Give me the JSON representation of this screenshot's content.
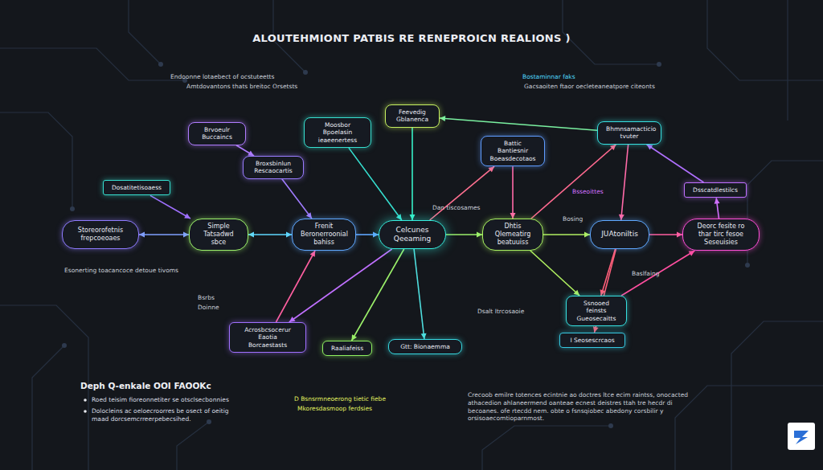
{
  "diagram": {
    "title": "ALOUTEHMIONT PATBIS RE RENEPROICN REALIONS )",
    "nodes": [
      {
        "text": [
          "Storeorofetnis frepcoeoaes"
        ]
      },
      {
        "text": [
          "Simple Tatsadwd sbce"
        ]
      },
      {
        "text": [
          "Frenit Beronerroonial bahiss"
        ]
      },
      {
        "text": [
          "Celcunes Qeeaming"
        ]
      },
      {
        "text": [
          "Dhtis Qlemeatirg beatuuiss"
        ]
      },
      {
        "text": [
          "JUAtoniltis"
        ]
      },
      {
        "text": [
          "Deorc fesite ro thar tirc fesoe Seseuisies"
        ]
      },
      {
        "text": [
          "Brvoeulr Buccaincs"
        ]
      },
      {
        "text": [
          "Broxsbinlun Rescaocartis"
        ]
      },
      {
        "text": [
          "Moosbor Bpoelasin ieaeenertess"
        ]
      },
      {
        "text": [
          "Feevedig Gblanenca"
        ]
      },
      {
        "text": [
          "Battic Bantiesnir Boeasdecotaos"
        ]
      },
      {
        "text": [
          "Bhmnsamacticio tvuter"
        ]
      },
      {
        "text": [
          "Dosatitetisoaess"
        ]
      },
      {
        "text": [
          "Dsscatdlestilcs"
        ]
      },
      {
        "text": [
          "Acrosbcsocerur Eaotia Borcaestasts"
        ]
      },
      {
        "text": [
          "Raaliafeiss"
        ]
      },
      {
        "text": [
          "Gtt: Bionaemma"
        ]
      },
      {
        "text": [
          "Ssnooed feinsts Gueosecaitts"
        ]
      },
      {
        "text": [
          "I Seosescrcaos"
        ]
      }
    ],
    "edges": [
      {
        "from": 0,
        "to": 1,
        "arrow": "both"
      },
      {
        "from": 1,
        "to": 2,
        "arrow": "both"
      },
      {
        "from": 2,
        "to": 3,
        "arrow": "to"
      },
      {
        "from": 3,
        "to": 4,
        "arrow": "to"
      },
      {
        "from": 4,
        "to": 5,
        "arrow": "to"
      },
      {
        "from": 5,
        "to": 6,
        "arrow": "to"
      },
      {
        "from": 10,
        "to": 3,
        "arrow": "to"
      },
      {
        "from": 7,
        "to": 8,
        "arrow": "to"
      },
      {
        "from": 8,
        "to": 2,
        "arrow": "to"
      },
      {
        "from": 9,
        "to": 3,
        "arrow": "to"
      },
      {
        "from": 13,
        "to": 1,
        "arrow": "to"
      },
      {
        "from": 12,
        "to": 10,
        "arrow": "to"
      },
      {
        "from": 3,
        "to": 11,
        "arrow": "to"
      },
      {
        "from": 11,
        "to": 4,
        "arrow": "to"
      },
      {
        "from": 12,
        "to": 5,
        "arrow": "to"
      },
      {
        "from": 3,
        "to": 15,
        "arrow": "to"
      },
      {
        "from": 15,
        "to": 2,
        "arrow": "to"
      },
      {
        "from": 3,
        "to": 16,
        "arrow": "to"
      },
      {
        "from": 3,
        "to": 17,
        "arrow": "to"
      },
      {
        "from": 4,
        "to": 18,
        "arrow": "to"
      },
      {
        "from": 5,
        "to": 18,
        "arrow": "to"
      },
      {
        "from": 18,
        "to": 6,
        "arrow": "to"
      },
      {
        "from": 6,
        "to": 14,
        "arrow": "to"
      },
      {
        "from": 14,
        "to": 12,
        "arrow": "to"
      },
      {
        "from": 4,
        "to": 12,
        "arrow": "to"
      },
      {
        "from": 5,
        "to": 19,
        "arrow": "to"
      }
    ],
    "labels": [
      "Endoonne lotaebect of ocstuteetts",
      "Amtdovantons thats breitoc Orsetsts",
      "Bostaminnar faks",
      "Gacsaoiten ftaor oecleteaneatpore citeonts",
      "Esonerting toacancoce detoue tivoms",
      "Dan tiscosames",
      "Bosing",
      "Bsseoittes",
      "Bsrbs",
      "Doinne",
      "Baslfaing",
      "Dsalt Itrcosaoie",
      "Deph Q-enkale OOI FAOOKc",
      "Roed teisim fioreonnetiter se otsclsecbonnies",
      "Dolocleins ac oeloecroorres be osect of oeitig maad dorcsemcrreerpebecsihed.",
      "D Bsnsrmneoerong tietic fiebe",
      "Mkoresdasmoop ferdsies",
      "Crecoob emilre totences ecintnie ao doctres ltce ecim raintss, onocacted athacedion ahlaneermend oanteae ecnest deistres ttah tre hecdr di becoanes. ofe rtecdd nem. obte o fsnsqiobec abedony corsbilir y orsisoaecomtioparnmost."
    ]
  }
}
